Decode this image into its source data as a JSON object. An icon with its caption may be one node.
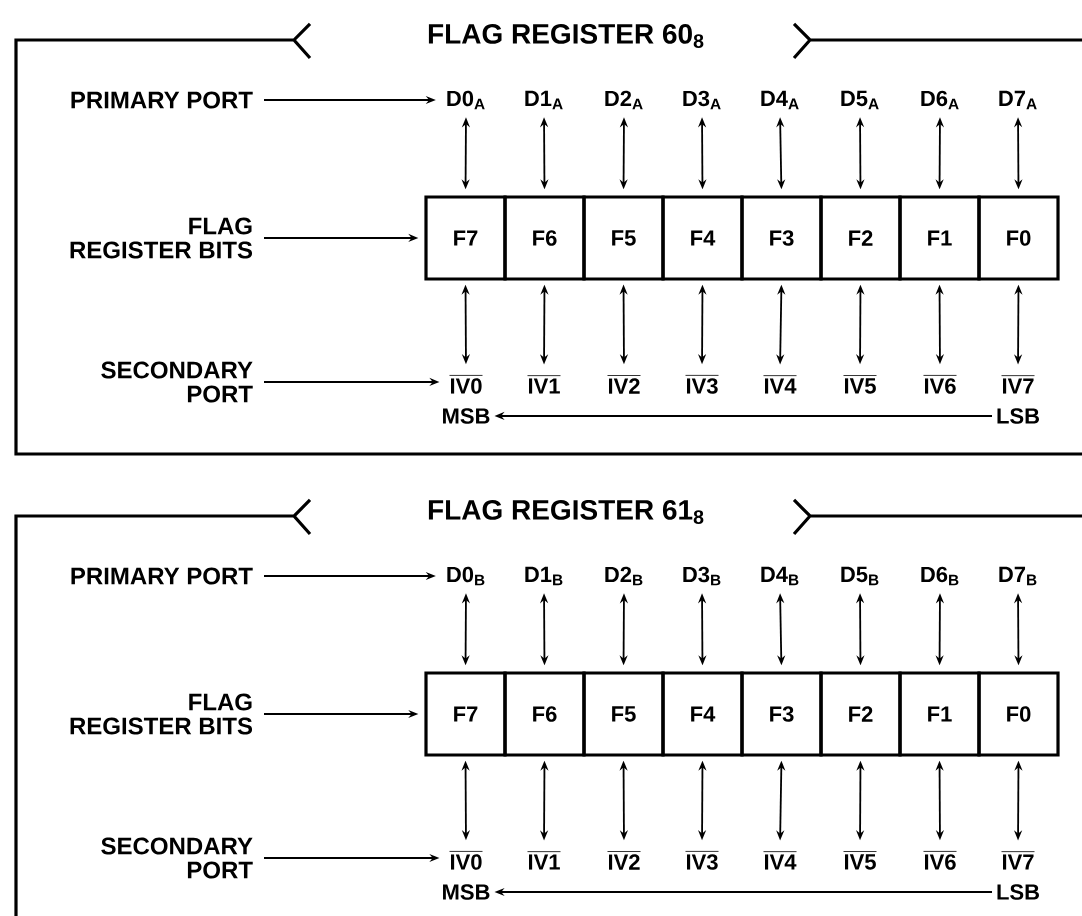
{
  "diagram": {
    "nodes": [
      {
        "text": [
          "FLAG REGISTER 60$_{8}$"
        ]
      },
      {
        "text": [
          "PRIMARY PORT"
        ],
        "in": 0
      },
      {
        "text": [
          "FLAG REGISTER BITS"
        ],
        "in": 0
      },
      {
        "text": [
          "SECONDARY PORT"
        ],
        "in": 0
      },
      {
        "text": [
          "D0$_{A}$"
        ],
        "in": 0
      },
      {
        "text": [
          "D1$_{A}$"
        ],
        "in": 0
      },
      {
        "text": [
          "D2$_{A}$"
        ],
        "in": 0
      },
      {
        "text": [
          "D3$_{A}$"
        ],
        "in": 0
      },
      {
        "text": [
          "D4$_{A}$"
        ],
        "in": 0
      },
      {
        "text": [
          "D5$_{A}$"
        ],
        "in": 0
      },
      {
        "text": [
          "D6$_{A}$"
        ],
        "in": 0
      },
      {
        "text": [
          "D7$_{A}$"
        ],
        "in": 0
      },
      {
        "text": [
          "F7"
        ],
        "in": 0
      },
      {
        "text": [
          "F6"
        ],
        "in": 0
      },
      {
        "text": [
          "F5"
        ],
        "in": 0
      },
      {
        "text": [
          "F4"
        ],
        "in": 0
      },
      {
        "text": [
          "F3"
        ],
        "in": 0
      },
      {
        "text": [
          "F2"
        ],
        "in": 0
      },
      {
        "text": [
          "F1"
        ],
        "in": 0
      },
      {
        "text": [
          "F0"
        ],
        "in": 0
      },
      {
        "text": [
          "IV0"
        ],
        "in": 0
      },
      {
        "text": [
          "IV1"
        ],
        "in": 0
      },
      {
        "text": [
          "IV2"
        ],
        "in": 0
      },
      {
        "text": [
          "IV3"
        ],
        "in": 0
      },
      {
        "text": [
          "IV4"
        ],
        "in": 0
      },
      {
        "text": [
          "IV5"
        ],
        "in": 0
      },
      {
        "text": [
          "IV6"
        ],
        "in": 0
      },
      {
        "text": [
          "IV7"
        ],
        "in": 0
      },
      {
        "text": [
          "MSB"
        ],
        "in": 0
      },
      {
        "text": [
          "LSB"
        ],
        "in": 0
      },
      {
        "text": [
          "FLAG REGISTER 61$_{8}$"
        ]
      },
      {
        "text": [
          "PRIMARY PORT"
        ],
        "in": 30
      },
      {
        "text": [
          "FLAG REGISTER BITS"
        ],
        "in": 30
      },
      {
        "text": [
          "SECONDARY PORT"
        ],
        "in": 30
      },
      {
        "text": [
          "D0$_{B}$"
        ],
        "in": 30
      },
      {
        "text": [
          "D1$_{B}$"
        ],
        "in": 30
      },
      {
        "text": [
          "D2$_{B}$"
        ],
        "in": 30
      },
      {
        "text": [
          "D3$_{B}$"
        ],
        "in": 30
      },
      {
        "text": [
          "D4$_{B}$"
        ],
        "in": 30
      },
      {
        "text": [
          "D5$_{B}$"
        ],
        "in": 30
      },
      {
        "text": [
          "D6$_{B}$"
        ],
        "in": 30
      },
      {
        "text": [
          "D7$_{B}$"
        ],
        "in": 30
      },
      {
        "text": [
          "F7"
        ],
        "in": 30
      },
      {
        "text": [
          "F6"
        ],
        "in": 30
      },
      {
        "text": [
          "F5"
        ],
        "in": 30
      },
      {
        "text": [
          "F4"
        ],
        "in": 30
      },
      {
        "text": [
          "F3"
        ],
        "in": 30
      },
      {
        "text": [
          "F2"
        ],
        "in": 30
      },
      {
        "text": [
          "F1"
        ],
        "in": 30
      },
      {
        "text": [
          "F0"
        ],
        "in": 30
      },
      {
        "text": [
          "IV0"
        ],
        "in": 30
      },
      {
        "text": [
          "IV1"
        ],
        "in": 30
      },
      {
        "text": [
          "IV2"
        ],
        "in": 30
      },
      {
        "text": [
          "IV3"
        ],
        "in": 30
      },
      {
        "text": [
          "IV4"
        ],
        "in": 30
      },
      {
        "text": [
          "IV5"
        ],
        "in": 30
      },
      {
        "text": [
          "IV6"
        ],
        "in": 30
      },
      {
        "text": [
          "IV7"
        ],
        "in": 30
      },
      {
        "text": [
          "MSB"
        ],
        "in": 30
      },
      {
        "text": [
          "LSB"
        ],
        "in": 30
      }
    ],
    "edges": [
      {
        "from": 1,
        "to": 4,
        "arrow": "to"
      },
      {
        "from": 2,
        "to": 12,
        "arrow": "to"
      },
      {
        "from": 3,
        "to": 20,
        "arrow": "to"
      },
      {
        "from": 4,
        "to": 12,
        "arrow": "both"
      },
      {
        "from": 5,
        "to": 13,
        "arrow": "both"
      },
      {
        "from": 6,
        "to": 14,
        "arrow": "both"
      },
      {
        "from": 7,
        "to": 15,
        "arrow": "both"
      },
      {
        "from": 8,
        "to": 16,
        "arrow": "both"
      },
      {
        "from": 9,
        "to": 17,
        "arrow": "both"
      },
      {
        "from": 10,
        "to": 18,
        "arrow": "both"
      },
      {
        "from": 11,
        "to": 19,
        "arrow": "both"
      },
      {
        "from": 12,
        "to": 20,
        "arrow": "both"
      },
      {
        "from": 13,
        "to": 21,
        "arrow": "both"
      },
      {
        "from": 14,
        "to": 22,
        "arrow": "both"
      },
      {
        "from": 15,
        "to": 23,
        "arrow": "both"
      },
      {
        "from": 16,
        "to": 24,
        "arrow": "both"
      },
      {
        "from": 17,
        "to": 25,
        "arrow": "both"
      },
      {
        "from": 18,
        "to": 26,
        "arrow": "both"
      },
      {
        "from": 19,
        "to": 27,
        "arrow": "both"
      },
      {
        "from": 29,
        "to": 28,
        "arrow": "to"
      },
      {
        "from": 31,
        "to": 34,
        "arrow": "to"
      },
      {
        "from": 32,
        "to": 42,
        "arrow": "to"
      },
      {
        "from": 33,
        "to": 50,
        "arrow": "to"
      },
      {
        "from": 34,
        "to": 42,
        "arrow": "both"
      },
      {
        "from": 35,
        "to": 43,
        "arrow": "both"
      },
      {
        "from": 36,
        "to": 44,
        "arrow": "both"
      },
      {
        "from": 37,
        "to": 45,
        "arrow": "both"
      },
      {
        "from": 38,
        "to": 46,
        "arrow": "both"
      },
      {
        "from": 39,
        "to": 47,
        "arrow": "both"
      },
      {
        "from": 40,
        "to": 48,
        "arrow": "both"
      },
      {
        "from": 41,
        "to": 49,
        "arrow": "both"
      },
      {
        "from": 42,
        "to": 50,
        "arrow": "both"
      },
      {
        "from": 43,
        "to": 51,
        "arrow": "both"
      },
      {
        "from": 44,
        "to": 52,
        "arrow": "both"
      },
      {
        "from": 45,
        "to": 53,
        "arrow": "both"
      },
      {
        "from": 46,
        "to": 54,
        "arrow": "both"
      },
      {
        "from": 47,
        "to": 55,
        "arrow": "both"
      },
      {
        "from": 48,
        "to": 56,
        "arrow": "both"
      },
      {
        "from": 49,
        "to": 57,
        "arrow": "both"
      },
      {
        "from": 59,
        "to": 58,
        "arrow": "to"
      }
    ]
  }
}
